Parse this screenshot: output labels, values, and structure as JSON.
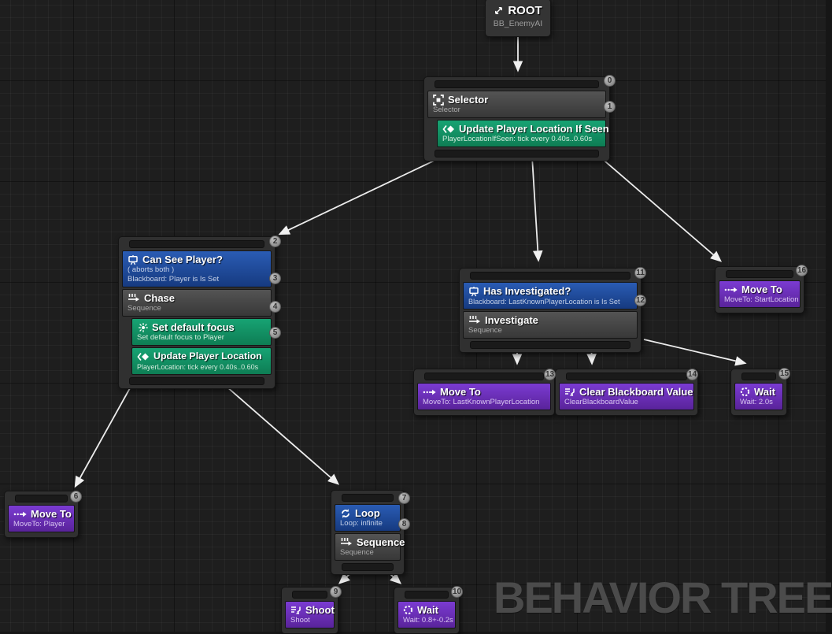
{
  "watermark": "BEHAVIOR TREE",
  "colors": {
    "decorator_blue": "#1c4a9e",
    "service_green": "#13996c",
    "task_purple": "#6a2fb5",
    "composite_gray": "#4a4a4a",
    "wire": "#ffffff",
    "watermark_gray": "#4b4b4b"
  },
  "nodes": {
    "root": {
      "title": "ROOT",
      "subtitle": "BB_EnemyAI"
    },
    "selector": {
      "title": "Selector",
      "subtitle": "Selector",
      "service": {
        "title": "Update Player Location If Seen",
        "subtitle": "PlayerLocationIfSeen: tick every 0.40s..0.60s"
      },
      "badges": [
        "0",
        "1"
      ]
    },
    "chase": {
      "decorator": {
        "title": "Can See Player?",
        "line1": "( aborts both )",
        "line2": "Blackboard: Player is Is Set"
      },
      "title": "Chase",
      "subtitle": "Sequence",
      "service1": {
        "title": "Set default focus",
        "subtitle": "Set default focus to Player"
      },
      "service2": {
        "title": "Update Player Location",
        "subtitle": "PlayerLocation: tick every 0.40s..0.60s"
      },
      "badges": [
        "2",
        "3",
        "4",
        "5"
      ]
    },
    "investigate": {
      "decorator": {
        "title": "Has Investigated?",
        "line1": "Blackboard: LastKnownPlayerLocation is Is Set"
      },
      "title": "Investigate",
      "subtitle": "Sequence",
      "badges": [
        "11",
        "12"
      ]
    },
    "move_to_start": {
      "title": "Move To",
      "subtitle": "MoveTo: StartLocation",
      "badges": [
        "16"
      ]
    },
    "move_to_lastknown": {
      "title": "Move To",
      "subtitle": "MoveTo: LastKnownPlayerLocation",
      "badges": [
        "13"
      ]
    },
    "clear_blackboard": {
      "title": "Clear Blackboard Value",
      "subtitle": "ClearBlackboardValue",
      "badges": [
        "14"
      ]
    },
    "wait_2": {
      "title": "Wait",
      "subtitle": "Wait: 2.0s",
      "badges": [
        "15"
      ]
    },
    "move_to_player": {
      "title": "Move To",
      "subtitle": "MoveTo: Player",
      "badges": [
        "6"
      ]
    },
    "loop": {
      "decorator": {
        "title": "Loop",
        "line1": "Loop: infinite"
      },
      "title": "Sequence",
      "subtitle": "Sequence",
      "badges": [
        "7",
        "8"
      ]
    },
    "shoot": {
      "title": "Shoot",
      "subtitle": "Shoot",
      "badges": [
        "9"
      ]
    },
    "wait_08": {
      "title": "Wait",
      "subtitle": "Wait: 0.8+-0.2s",
      "badges": [
        "10"
      ]
    }
  }
}
